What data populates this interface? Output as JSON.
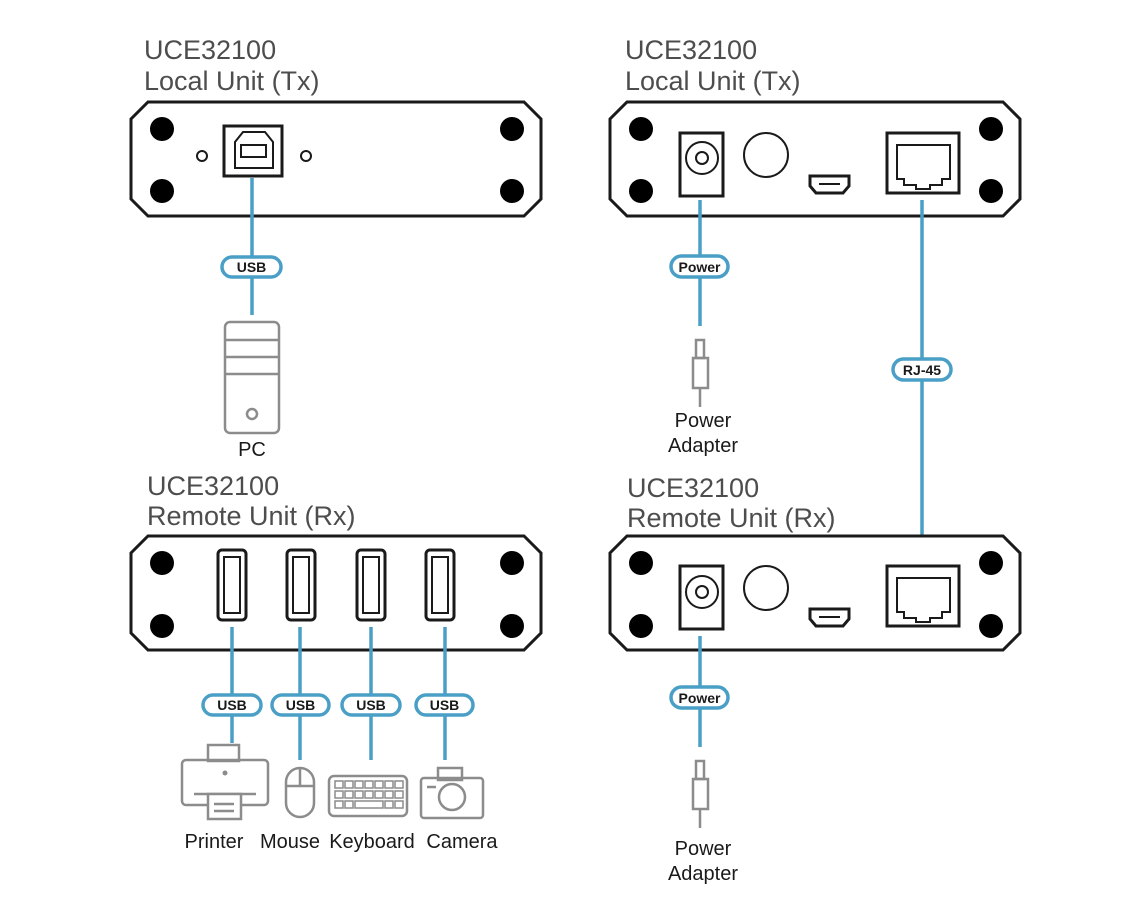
{
  "colors": {
    "cable": "#4a9fc6",
    "panel_outline": "#1a1a1a",
    "device_outline": "#8c8c8c",
    "title_text": "#4d4d4d"
  },
  "usb_system": {
    "local_unit": {
      "model": "UCE32100",
      "name": "Local Unit (Tx)"
    },
    "local_cable": {
      "label": "USB"
    },
    "pc": {
      "label": "PC",
      "icon": "pc-tower-icon"
    },
    "remote_unit": {
      "model": "UCE32100",
      "name": "Remote Unit (Rx)"
    },
    "devices": [
      {
        "label": "Printer",
        "cable": "USB",
        "icon": "printer-icon"
      },
      {
        "label": "Mouse",
        "cable": "USB",
        "icon": "mouse-icon"
      },
      {
        "label": "Keyboard",
        "cable": "USB",
        "icon": "keyboard-icon"
      },
      {
        "label": "Camera",
        "cable": "USB",
        "icon": "camera-icon"
      }
    ]
  },
  "rear_system": {
    "local_unit": {
      "model": "UCE32100",
      "name": "Local Unit (Tx)"
    },
    "local_power": {
      "cable": "Power",
      "label_line1": "Power",
      "label_line2": "Adapter"
    },
    "link_cable": {
      "label": "RJ-45"
    },
    "remote_unit": {
      "model": "UCE32100",
      "name": "Remote Unit (Rx)"
    },
    "remote_power": {
      "cable": "Power",
      "label_line1": "Power",
      "label_line2": "Adapter"
    }
  }
}
